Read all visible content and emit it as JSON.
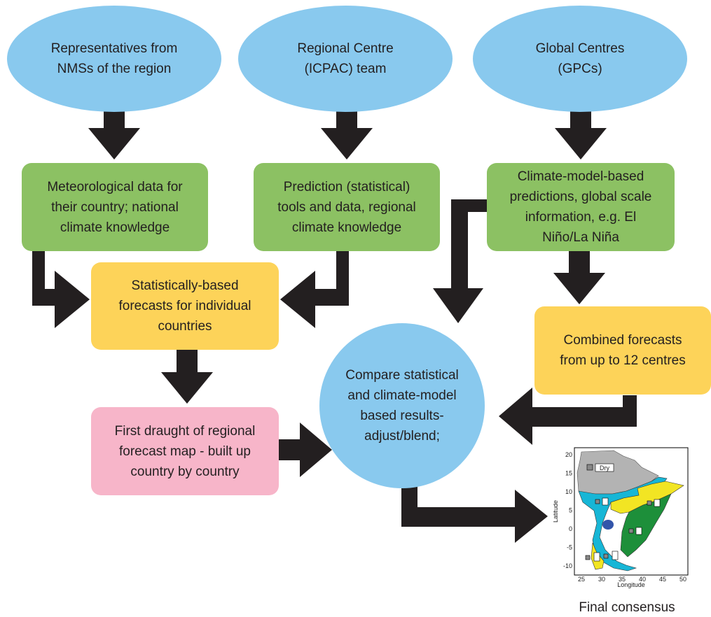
{
  "nodes": {
    "nms": "Representatives from NMSs of the region",
    "icpac": "Regional Centre (ICPAC) team",
    "gpc": "Global Centres (GPCs)",
    "met_data": "Meteorological data for their country; national climate knowledge",
    "prediction_tools": "Prediction (statistical) tools and data, regional climate knowledge",
    "climate_model": "Climate-model-based predictions, global scale information, e.g. El Niño/La Niña",
    "stat_forecasts": "Statistically-based forecasts for individual countries",
    "combined": "Combined forecasts from up to 12 centres",
    "compare": "Compare statistical and climate-model based results- adjust/blend;",
    "first_draught": "First draught of regional forecast map - built up country by country"
  },
  "map": {
    "caption": "Final consensus",
    "xlabel": "Longitude",
    "ylabel": "Latitude",
    "x_ticks": [
      "25",
      "30",
      "35",
      "40",
      "45",
      "50"
    ],
    "y_ticks": [
      "20",
      "15",
      "10",
      "5",
      "0",
      "-5",
      "-10"
    ],
    "dry_label": "Dry"
  },
  "colors": {
    "blue": "#89c9ee",
    "green": "#8cc163",
    "yellow": "#fdd359",
    "pink": "#f7b5c9",
    "arrow": "#231f20"
  }
}
